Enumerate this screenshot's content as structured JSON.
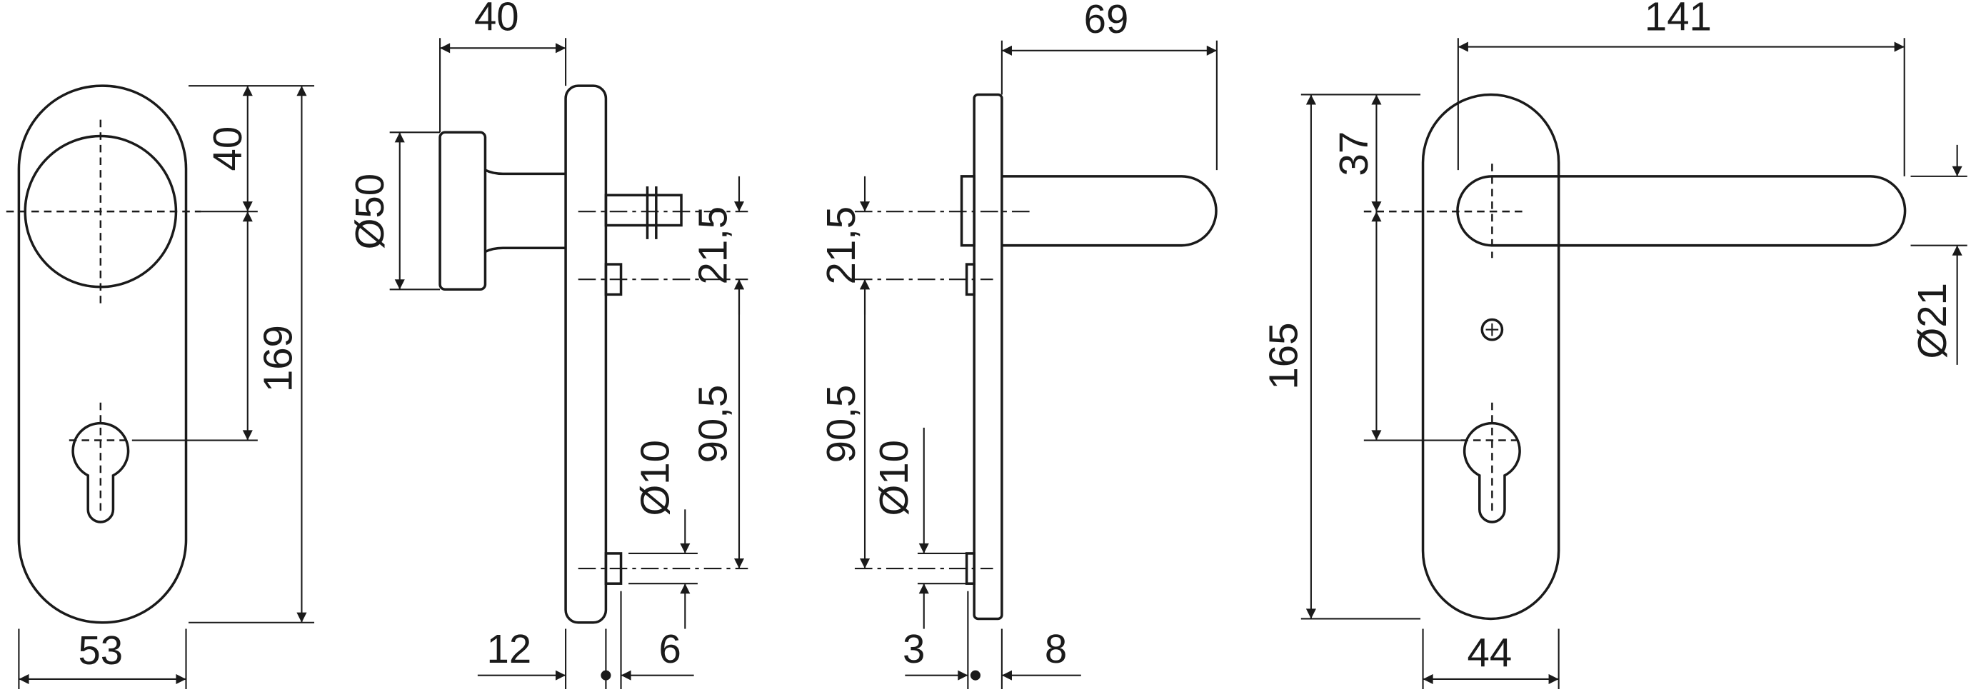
{
  "front_view_cylinder": {
    "width": "53",
    "top_to_center": "40",
    "overall_height": "169"
  },
  "side_view_knob": {
    "projection": "40",
    "knob_diameter": "Ø50",
    "spacing_top": "21,5",
    "spacing_bottom": "90,5",
    "pin_diameter": "Ø10",
    "plate_offset": "12",
    "pin_length": "6"
  },
  "side_view_lever": {
    "projection": "69",
    "spacing_top": "21,5",
    "spacing_bottom": "90,5",
    "pin_diameter": "Ø10",
    "offset_left": "3",
    "plate_thickness": "8"
  },
  "front_view_lever": {
    "lever_length": "141",
    "top_to_center": "37",
    "overall_height": "165",
    "width": "44",
    "lever_diameter": "Ø21"
  },
  "colors": {
    "line": "#1a1a1a",
    "background": "#ffffff"
  }
}
